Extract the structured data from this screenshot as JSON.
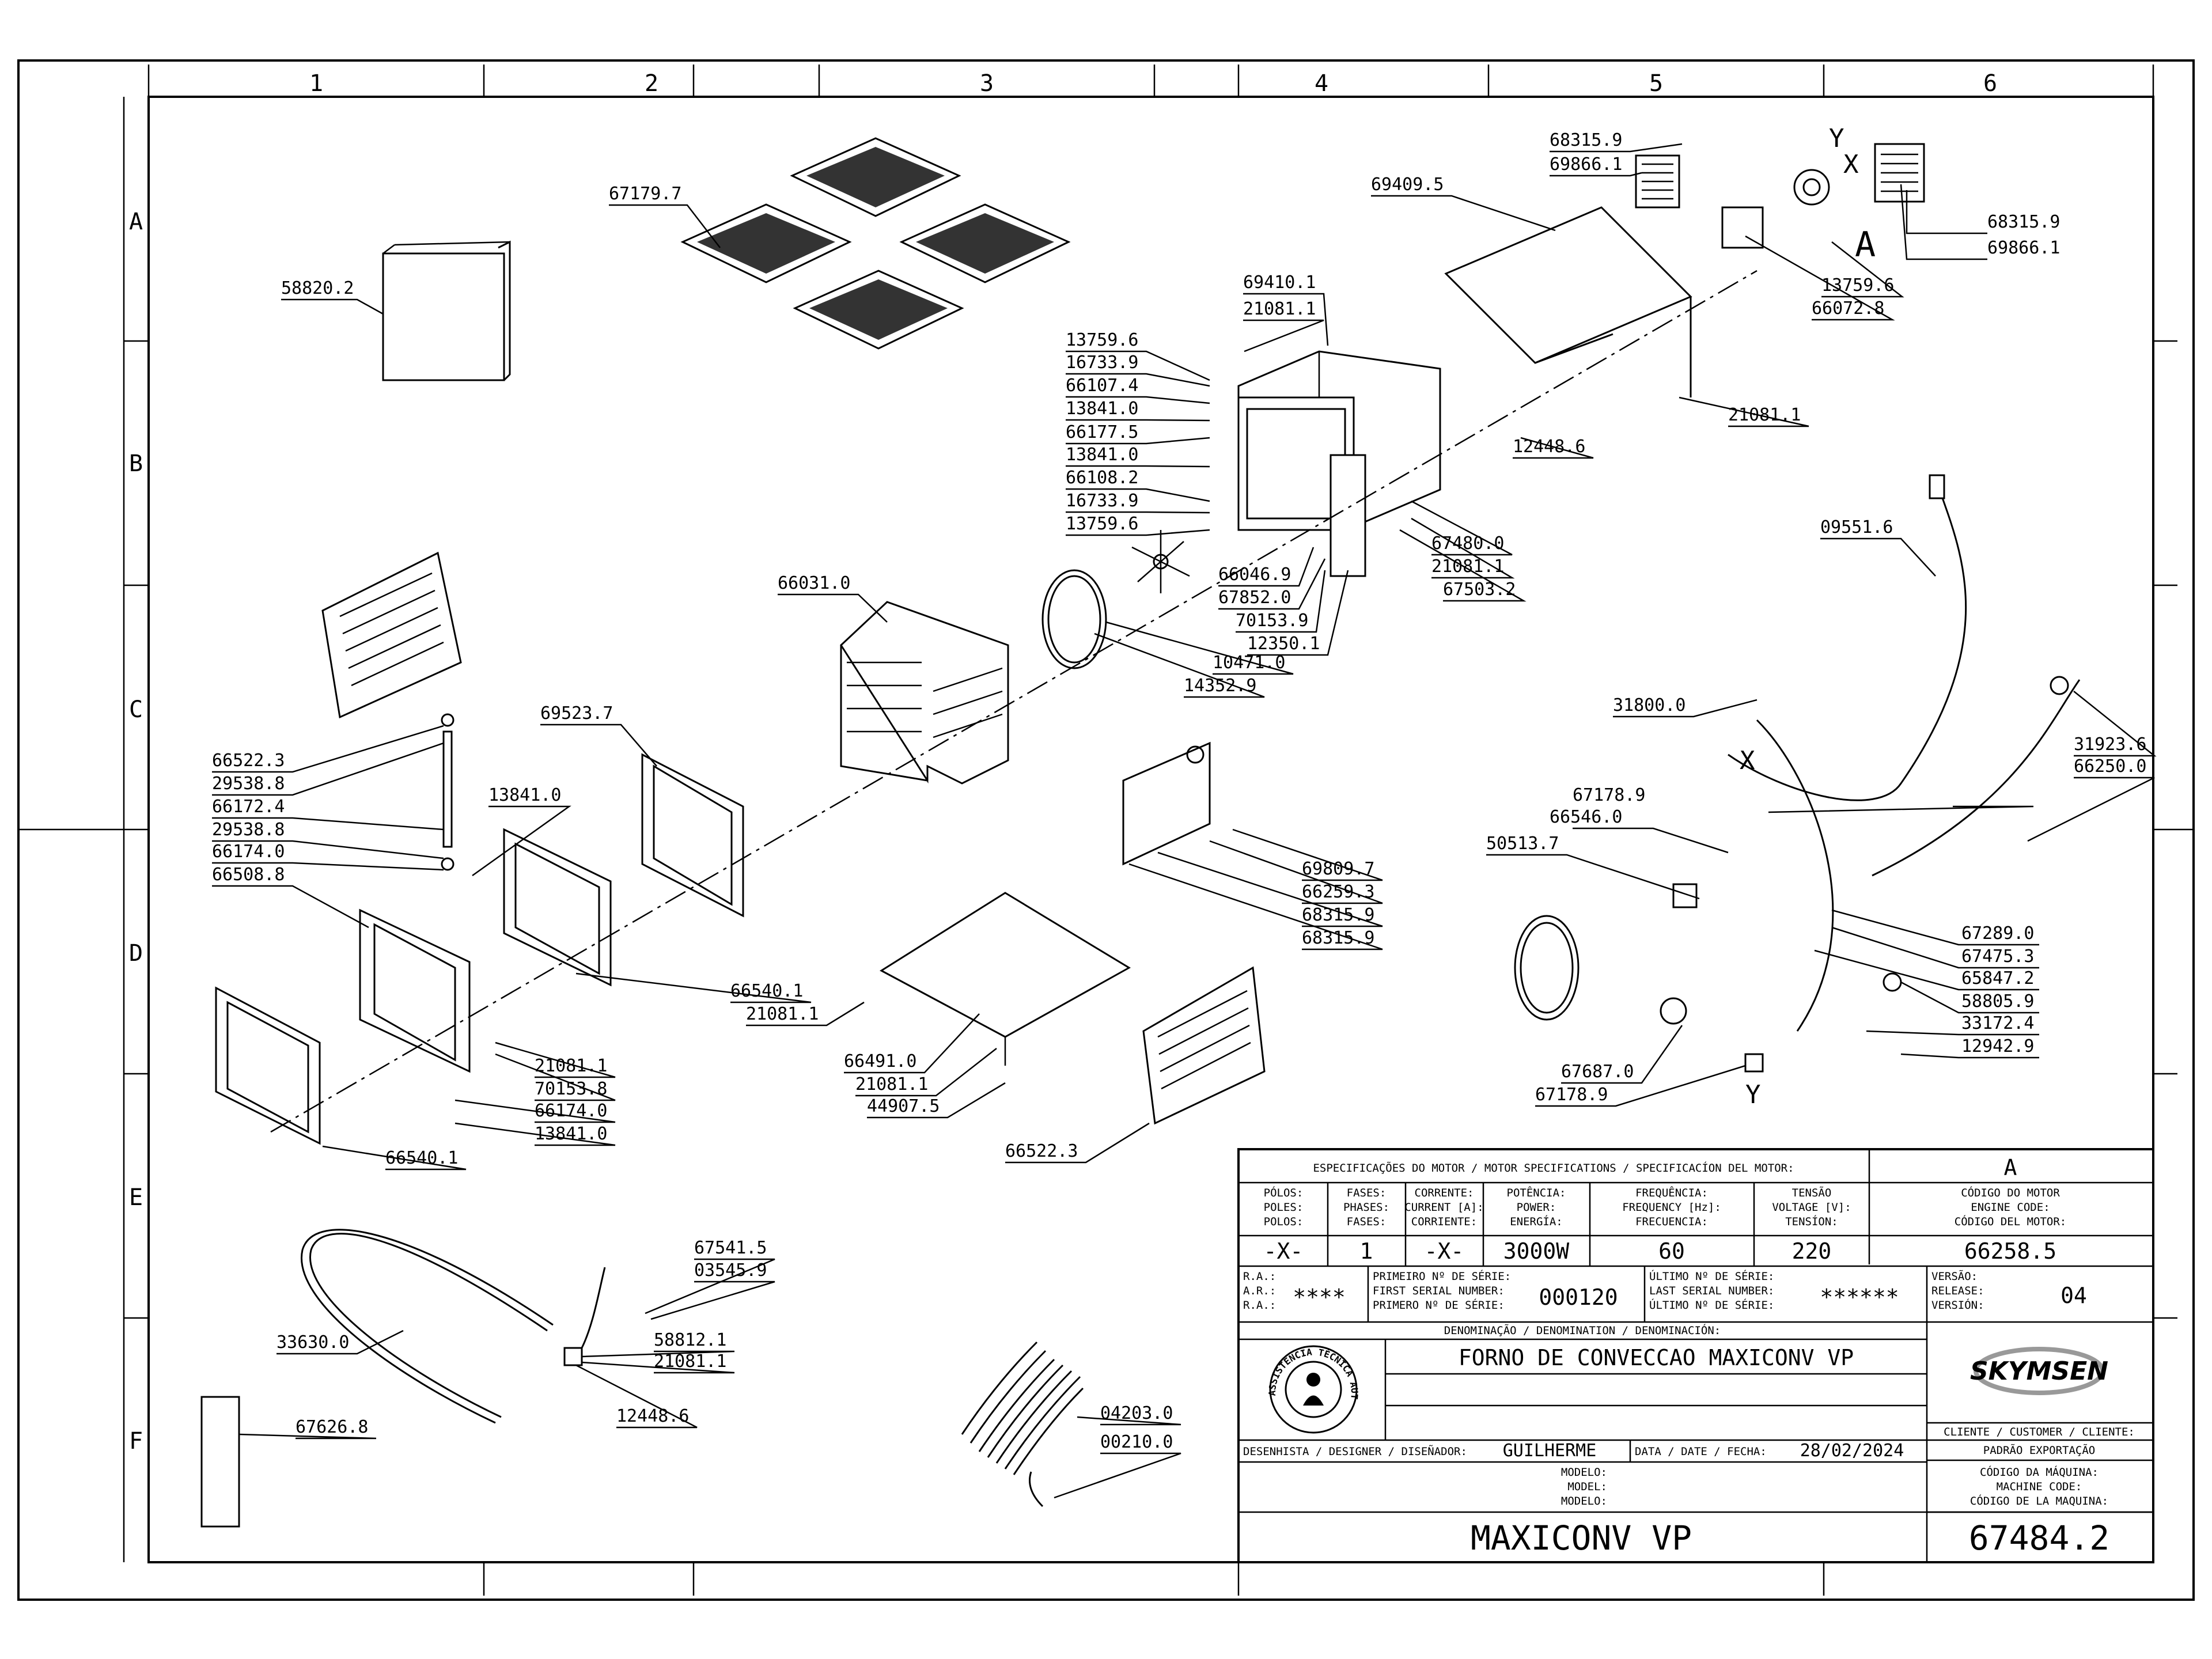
{
  "grid": {
    "columns": [
      "1",
      "2",
      "3",
      "4",
      "5",
      "6"
    ],
    "rows": [
      "A",
      "B",
      "C",
      "D",
      "E",
      "F"
    ]
  },
  "callouts": [
    {
      "id": "c01",
      "text": "67179.7"
    },
    {
      "id": "c02",
      "text": "58820.2"
    },
    {
      "id": "c03",
      "text": "68315.9"
    },
    {
      "id": "c04",
      "text": "69866.1"
    },
    {
      "id": "c05",
      "text": "69409.5"
    },
    {
      "id": "c06",
      "text": "68315.9"
    },
    {
      "id": "c07",
      "text": "69866.1"
    },
    {
      "id": "c08",
      "text": "13759.6"
    },
    {
      "id": "c09",
      "text": "66072.8"
    },
    {
      "id": "c10",
      "text": "69410.1"
    },
    {
      "id": "c11",
      "text": "21081.1"
    },
    {
      "id": "c12",
      "text": "21081.1"
    },
    {
      "id": "c13",
      "text": "13759.6"
    },
    {
      "id": "c14",
      "text": "16733.9"
    },
    {
      "id": "c15",
      "text": "66107.4"
    },
    {
      "id": "c16",
      "text": "13841.0"
    },
    {
      "id": "c17",
      "text": "66177.5"
    },
    {
      "id": "c18",
      "text": "13841.0"
    },
    {
      "id": "c19",
      "text": "66108.2"
    },
    {
      "id": "c20",
      "text": "16733.9"
    },
    {
      "id": "c21",
      "text": "13759.6"
    },
    {
      "id": "c22",
      "text": "12448.6"
    },
    {
      "id": "c23",
      "text": "09551.6"
    },
    {
      "id": "c24",
      "text": "66031.0"
    },
    {
      "id": "c25",
      "text": "66046.9"
    },
    {
      "id": "c26",
      "text": "67852.0"
    },
    {
      "id": "c27",
      "text": "70153.9"
    },
    {
      "id": "c28",
      "text": "12350.1"
    },
    {
      "id": "c29",
      "text": "67480.0"
    },
    {
      "id": "c30",
      "text": "21081.1"
    },
    {
      "id": "c31",
      "text": "67503.2"
    },
    {
      "id": "c32",
      "text": "10471.0"
    },
    {
      "id": "c33",
      "text": "14352.9"
    },
    {
      "id": "c34",
      "text": "31800.0"
    },
    {
      "id": "c35",
      "text": "31923.6"
    },
    {
      "id": "c36",
      "text": "66250.0"
    },
    {
      "id": "c37",
      "text": "66522.3"
    },
    {
      "id": "c38",
      "text": "29538.8"
    },
    {
      "id": "c39",
      "text": "66172.4"
    },
    {
      "id": "c40",
      "text": "29538.8"
    },
    {
      "id": "c41",
      "text": "66174.0"
    },
    {
      "id": "c42",
      "text": "66508.8"
    },
    {
      "id": "c43",
      "text": "69523.7"
    },
    {
      "id": "c44",
      "text": "13841.0"
    },
    {
      "id": "c45",
      "text": "67178.9"
    },
    {
      "id": "c46",
      "text": "66546.0"
    },
    {
      "id": "c47",
      "text": "50513.7"
    },
    {
      "id": "c48",
      "text": "69809.7"
    },
    {
      "id": "c49",
      "text": "66259.3"
    },
    {
      "id": "c50",
      "text": "68315.9"
    },
    {
      "id": "c51",
      "text": "68315.9"
    },
    {
      "id": "c52",
      "text": "67289.0"
    },
    {
      "id": "c53",
      "text": "67475.3"
    },
    {
      "id": "c54",
      "text": "65847.2"
    },
    {
      "id": "c55",
      "text": "58805.9"
    },
    {
      "id": "c56",
      "text": "33172.4"
    },
    {
      "id": "c57",
      "text": "12942.9"
    },
    {
      "id": "c58",
      "text": "66540.1"
    },
    {
      "id": "c59",
      "text": "21081.1"
    },
    {
      "id": "c60",
      "text": "66491.0"
    },
    {
      "id": "c61",
      "text": "21081.1"
    },
    {
      "id": "c62",
      "text": "44907.5"
    },
    {
      "id": "c63",
      "text": "67687.0"
    },
    {
      "id": "c64",
      "text": "67178.9"
    },
    {
      "id": "c65",
      "text": "21081.1"
    },
    {
      "id": "c66",
      "text": "70153.8"
    },
    {
      "id": "c67",
      "text": "66174.0"
    },
    {
      "id": "c68",
      "text": "13841.0"
    },
    {
      "id": "c69",
      "text": "66540.1"
    },
    {
      "id": "c70",
      "text": "66522.3"
    },
    {
      "id": "c71",
      "text": "67541.5"
    },
    {
      "id": "c72",
      "text": "03545.9"
    },
    {
      "id": "c73",
      "text": "33630.0"
    },
    {
      "id": "c74",
      "text": "58812.1"
    },
    {
      "id": "c75",
      "text": "21081.1"
    },
    {
      "id": "c76",
      "text": "12448.6"
    },
    {
      "id": "c77",
      "text": "67626.8"
    },
    {
      "id": "c78",
      "text": "04203.0"
    },
    {
      "id": "c79",
      "text": "00210.0"
    }
  ],
  "markers": {
    "x_top": "X",
    "y_top": "Y",
    "a_circle": "A",
    "x_wiring": "X",
    "y_wiring": "Y"
  },
  "title_block": {
    "motor_spec_header": "ESPECIFICAÇÕES DO MOTOR / MOTOR SPECIFICATIONS / SPECIFICACÍON DEL MOTOR:",
    "motor_letter": "A",
    "columns": [
      {
        "l1": "PÓLOS:",
        "l2": "POLES:",
        "l3": "POLOS:",
        "value": "-X-"
      },
      {
        "l1": "FASES:",
        "l2": "PHASES:",
        "l3": "FASES:",
        "value": "1"
      },
      {
        "l1": "CORRENTE:",
        "l2": "CURRENT [A]:",
        "l3": "CORRIENTE:",
        "value": "-X-"
      },
      {
        "l1": "POTÊNCIA:",
        "l2": "POWER:",
        "l3": "ENERGÍA:",
        "value": "3000W"
      },
      {
        "l1": "FREQUÊNCIA:",
        "l2": "FREQUENCY [Hz]:",
        "l3": "FRECUENCIA:",
        "value": "60"
      },
      {
        "l1": "TENSÃO",
        "l2": "VOLTAGE [V]:",
        "l3": "TENSÍON:",
        "value": "220"
      },
      {
        "l1": "CÓDIGO DO MOTOR",
        "l2": "ENGINE CODE:",
        "l3": "CÓDIGO DEL MOTOR:",
        "value": "66258.5"
      }
    ],
    "ra": {
      "l1": "R.A.:",
      "l2": "A.R.:",
      "l3": "R.A.:",
      "value": "****"
    },
    "first_serial": {
      "l1": "PRIMEIRO Nº DE SÉRIE:",
      "l2": "FIRST SERIAL NUMBER:",
      "l3": "PRIMERO Nº DE SÉRIE:",
      "value": "000120"
    },
    "last_serial": {
      "l1": "ÚLTIMO Nº DE SÉRIE:",
      "l2": "LAST SERIAL NUMBER:",
      "l3": "ÚLTIMO Nº DE SÉRIE:",
      "value": "******"
    },
    "version": {
      "l1": "VERSÃO:",
      "l2": "RELEASE:",
      "l3": "VERSIÓN:",
      "value": "04"
    },
    "denomination_label": "DENOMINAÇÃO / DENOMINATION / DENOMINACIÓN:",
    "denomination": "FORNO DE CONVECCAO MAXICONV VP",
    "seal_text": "ASSISTÊNCIA TÉCNICA AUTORIZADA",
    "brand": "SKYMSEN",
    "client_label": "CLIENTE / CUSTOMER / CLIENTE:",
    "client": "PADRÃO EXPORTAÇÃO",
    "designer_label": "DESENHISTA / DESIGNER / DISEÑADOR:",
    "designer": "GUILHERME",
    "date_label": "DATA / DATE / FECHA:",
    "date": "28/02/2024",
    "model_l1": "MODELO:",
    "model_l2": "MODEL:",
    "model_l3": "MODELO:",
    "model": "MAXICONV VP",
    "machine_code_l1": "CÓDIGO DA MÁQUINA:",
    "machine_code_l2": "MACHINE CODE:",
    "machine_code_l3": "CÓDIGO DE LA MAQUINA:",
    "machine_code": "67484.2"
  }
}
